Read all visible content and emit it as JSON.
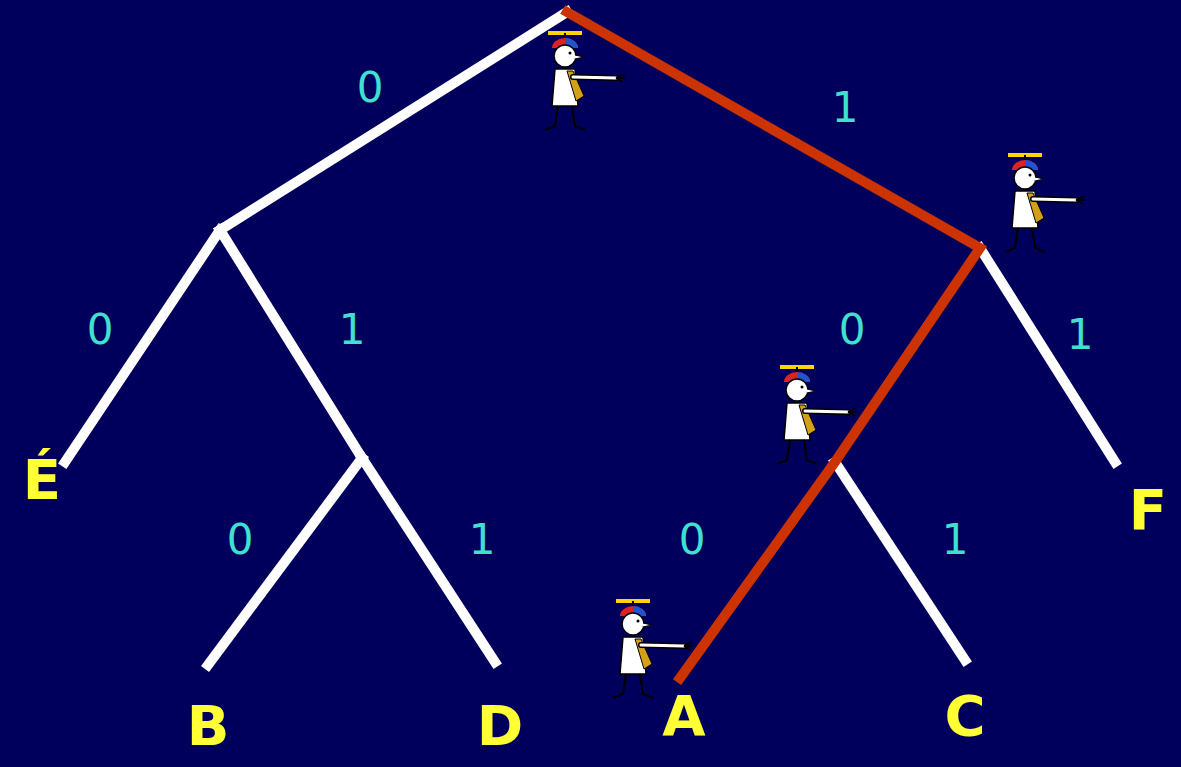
{
  "diagram": {
    "labels": [
      "0",
      "1",
      "0",
      "1",
      "0",
      "1",
      "É",
      "F",
      "0",
      "1",
      "0",
      "1",
      "B",
      "D",
      "A",
      "C"
    ]
  }
}
